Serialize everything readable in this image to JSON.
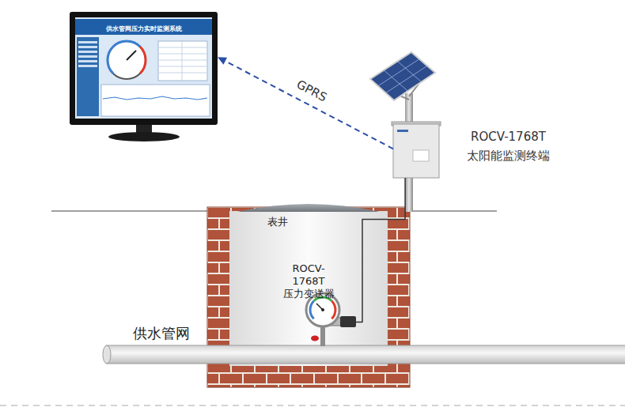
{
  "diagram": {
    "nodes": [
      {
        "text": [
          "供水管网压力实时监测系统"
        ]
      },
      {
        "text": [
          "ROCV-1768T 太阳能监测终端"
        ]
      },
      {
        "text": [
          "表井"
        ]
      },
      {
        "text": [
          "ROCV-1768T 压力变送器"
        ],
        "in": 2
      },
      {
        "text": [
          "供水管网"
        ]
      }
    ],
    "edges": [
      {
        "from": 1,
        "to": 0,
        "label": "GPRS",
        "arrow": "to"
      },
      {
        "from": 3,
        "to": 1,
        "arrow": "none"
      }
    ]
  }
}
